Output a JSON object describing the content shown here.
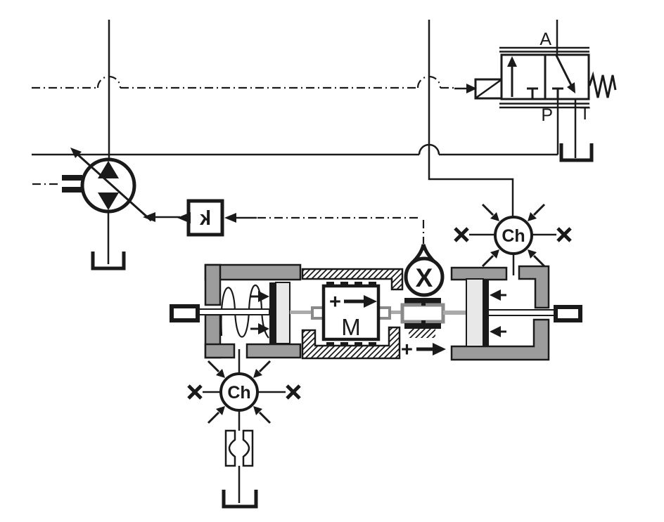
{
  "diagram": {
    "labels": {
      "valve_port_a": "A",
      "valve_port_p": "P",
      "valve_port_t": "T",
      "gain_block": "k",
      "chamber_right": "Ch",
      "chamber_bottom": "Ch",
      "sensor": "X",
      "motor": "M",
      "motor_direction_plus": "+",
      "rod_direction_plus": "+"
    },
    "colors": {
      "line_black": "#1a1a1a",
      "housing_gray": "#9c9c9c",
      "piston_light_gray": "#e8e8e8",
      "rod_connector_gray": "#aaaaaa",
      "port_frame_gray": "#8a8a8a",
      "background": "#ffffff"
    }
  }
}
